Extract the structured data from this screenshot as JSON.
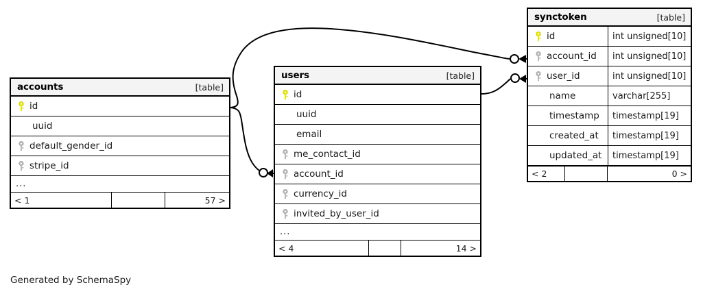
{
  "diagram": {
    "type": "entity-relationship-diagram",
    "generator_credit": "Generated by SchemaSpy",
    "kind_label": "[table]",
    "ellipsis": "...",
    "key_colors": {
      "primary_key": "#e8e800",
      "foreign_key": "#b3b3b3"
    },
    "edge_color": "#000000",
    "background": "#ffffff"
  },
  "tables": {
    "accounts": {
      "name": "accounts",
      "kind": "[table]",
      "columns": [
        {
          "name": "id",
          "key": "primary",
          "type": ""
        },
        {
          "name": "uuid",
          "key": "none",
          "type": ""
        },
        {
          "name": "default_gender_id",
          "key": "foreign",
          "type": ""
        },
        {
          "name": "stripe_id",
          "key": "foreign",
          "type": ""
        }
      ],
      "has_more_columns": true,
      "footer": {
        "left": "< 1",
        "middle": "",
        "right": "57 >"
      }
    },
    "users": {
      "name": "users",
      "kind": "[table]",
      "columns": [
        {
          "name": "id",
          "key": "primary",
          "type": ""
        },
        {
          "name": "uuid",
          "key": "none",
          "type": ""
        },
        {
          "name": "email",
          "key": "none",
          "type": ""
        },
        {
          "name": "me_contact_id",
          "key": "foreign",
          "type": ""
        },
        {
          "name": "account_id",
          "key": "foreign",
          "type": ""
        },
        {
          "name": "currency_id",
          "key": "foreign",
          "type": ""
        },
        {
          "name": "invited_by_user_id",
          "key": "foreign",
          "type": ""
        }
      ],
      "has_more_columns": true,
      "footer": {
        "left": "< 4",
        "middle": "",
        "right": "14 >"
      }
    },
    "synctoken": {
      "name": "synctoken",
      "kind": "[table]",
      "columns": [
        {
          "name": "id",
          "key": "primary",
          "type": "int unsigned[10]"
        },
        {
          "name": "account_id",
          "key": "foreign",
          "type": "int unsigned[10]"
        },
        {
          "name": "user_id",
          "key": "foreign",
          "type": "int unsigned[10]"
        },
        {
          "name": "name",
          "key": "none",
          "type": "varchar[255]"
        },
        {
          "name": "timestamp",
          "key": "none",
          "type": "timestamp[19]"
        },
        {
          "name": "created_at",
          "key": "none",
          "type": "timestamp[19]"
        },
        {
          "name": "updated_at",
          "key": "none",
          "type": "timestamp[19]"
        }
      ],
      "has_more_columns": false,
      "footer": {
        "left": "< 2",
        "middle": "",
        "right": "0 >"
      }
    }
  },
  "relationships": [
    {
      "id": "accounts-to-synctoken",
      "from_table": "accounts",
      "from_column": "id",
      "to_table": "synctoken",
      "to_column": "account_id",
      "endpoint": "zero-or-many"
    },
    {
      "id": "accounts-to-users",
      "from_table": "accounts",
      "from_column": "id",
      "to_table": "users",
      "to_column": "account_id",
      "endpoint": "zero-or-many"
    },
    {
      "id": "users-to-synctoken",
      "from_table": "users",
      "from_column": "id",
      "to_table": "synctoken",
      "to_column": "user_id",
      "endpoint": "zero-or-many"
    }
  ]
}
